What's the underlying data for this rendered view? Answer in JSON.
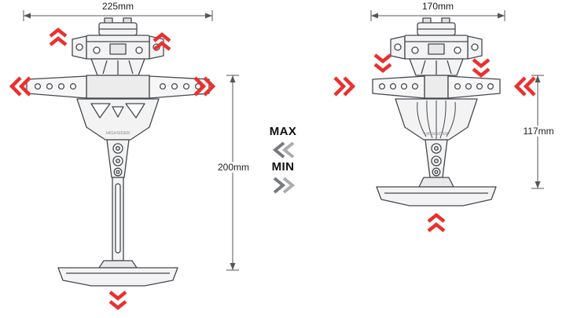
{
  "colors": {
    "accent_red": "#e8312f",
    "line_art": "#45494e",
    "dimension_line": "#555555",
    "legend_chevron_dark": "#77797c",
    "legend_chevron_light": "#aaacaf"
  },
  "legend": {
    "max_label": "MAX",
    "min_label": "MIN"
  },
  "left_diagram": {
    "name": "license-plate-holder-max-extension",
    "width_dimension": "225mm",
    "height_dimension": "200mm",
    "brand": "HIGHSIDER",
    "arrow_icons": [
      "chevron-up",
      "chevron-up",
      "chevron-left",
      "chevron-right",
      "chevron-down"
    ]
  },
  "right_diagram": {
    "name": "license-plate-holder-min-extension",
    "width_dimension": "170mm",
    "height_dimension": "117mm",
    "brand": "HIGHSIDER",
    "arrow_icons": [
      "chevron-down",
      "chevron-down",
      "chevron-right",
      "chevron-left",
      "chevron-up"
    ]
  }
}
